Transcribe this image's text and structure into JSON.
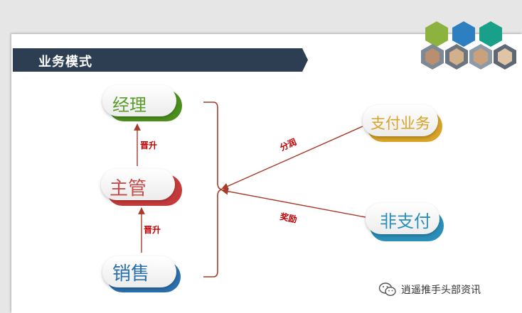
{
  "header": {
    "title": "业务模式"
  },
  "nodes": {
    "manager": {
      "label": "经理",
      "color": "#4a8f1c",
      "text_color": "#5a9b2a"
    },
    "supervisor": {
      "label": "主管",
      "color": "#c43a3a",
      "text_color": "#c94a4a"
    },
    "sales": {
      "label": "销售",
      "color": "#2a6fad",
      "text_color": "#2a6fad"
    },
    "payment": {
      "label": "支付业务",
      "color": "#d9a327",
      "text_color": "#d9a327"
    },
    "non_payment": {
      "label": "非支付",
      "color": "#2a8fb8",
      "text_color": "#2a8fb8"
    }
  },
  "edges": {
    "promote_upper": "晋升",
    "promote_lower": "晋升",
    "profit_share": "分润",
    "reward": "奖励"
  },
  "watermark": {
    "text": "逍遥推手头部资讯",
    "icon": "wechat-icon"
  },
  "colors": {
    "banner": "#2e3e52",
    "arrow": "#a83a2a",
    "hex_green": "#8db33e",
    "hex_blue": "#2e7fc0",
    "hex_teal": "#18a089"
  }
}
